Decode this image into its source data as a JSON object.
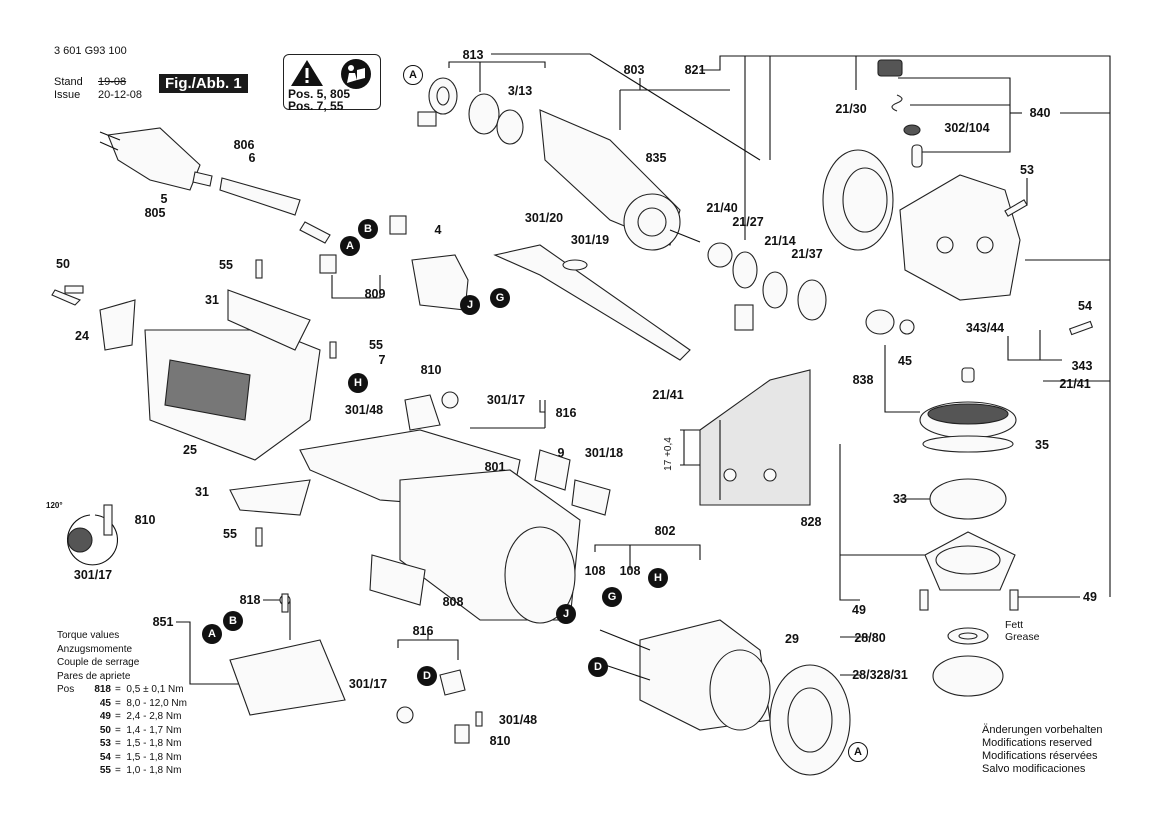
{
  "header": {
    "part_number": "3 601 G93 100",
    "stand_label": "Stand",
    "issue_label": "Issue",
    "stand_date_struck": "19-08",
    "issue_date": "20-12-08",
    "figure_label": "Fig./Abb. 1"
  },
  "warning_box": {
    "icons": [
      "warning-triangle-icon",
      "read-manual-icon"
    ],
    "lines": [
      "Pos. 5, 805",
      "Pos. 7, 55"
    ]
  },
  "torque_table": {
    "titles": [
      "Torque values",
      "Anzugsmomente",
      "Couple de serrage",
      "Pares de apriete"
    ],
    "prefix": "Pos",
    "rows": [
      {
        "pos": "818",
        "value": "0,5 ± 0,1 Nm"
      },
      {
        "pos": "45",
        "value": "8,0 - 12,0 Nm"
      },
      {
        "pos": "49",
        "value": "2,4 - 2,8 Nm"
      },
      {
        "pos": "50",
        "value": "1,4 - 1,7 Nm"
      },
      {
        "pos": "53",
        "value": "1,5 - 1,8 Nm"
      },
      {
        "pos": "54",
        "value": "1,5 - 1,8 Nm"
      },
      {
        "pos": "55",
        "value": "1,0 - 1,8 Nm"
      }
    ]
  },
  "modifications_note": [
    "Änderungen vorbehalten",
    "Modifications reserved",
    "Modifications réservées",
    "Salvo modificaciones"
  ],
  "grease_note": [
    "Fett",
    "Grease"
  ],
  "dimension_note": "17 +0,4",
  "angle_note": "120°",
  "part_labels": [
    {
      "id": "813",
      "text": "813"
    },
    {
      "id": "3-13",
      "text": "3/13"
    },
    {
      "id": "803",
      "text": "803"
    },
    {
      "id": "835",
      "text": "835"
    },
    {
      "id": "821",
      "text": "821"
    },
    {
      "id": "21-30",
      "text": "21/30"
    },
    {
      "id": "840",
      "text": "840"
    },
    {
      "id": "302-104",
      "text": "302/104"
    },
    {
      "id": "53",
      "text": "53"
    },
    {
      "id": "806",
      "text": "806"
    },
    {
      "id": "6",
      "text": "6"
    },
    {
      "id": "5",
      "text": "5"
    },
    {
      "id": "805",
      "text": "805"
    },
    {
      "id": "4",
      "text": "4"
    },
    {
      "id": "809",
      "text": "809"
    },
    {
      "id": "301-20",
      "text": "301/20"
    },
    {
      "id": "301-19",
      "text": "301/19"
    },
    {
      "id": "21-40",
      "text": "21/40"
    },
    {
      "id": "21-27",
      "text": "21/27"
    },
    {
      "id": "21-14",
      "text": "21/14"
    },
    {
      "id": "21-37",
      "text": "21/37"
    },
    {
      "id": "54",
      "text": "54"
    },
    {
      "id": "343-44",
      "text": "343/44"
    },
    {
      "id": "343",
      "text": "343"
    },
    {
      "id": "45",
      "text": "45"
    },
    {
      "id": "838",
      "text": "838"
    },
    {
      "id": "21-41-r",
      "text": "21/41"
    },
    {
      "id": "50",
      "text": "50"
    },
    {
      "id": "55-a",
      "text": "55"
    },
    {
      "id": "31-a",
      "text": "31"
    },
    {
      "id": "24",
      "text": "24"
    },
    {
      "id": "55-b",
      "text": "55"
    },
    {
      "id": "7",
      "text": "7"
    },
    {
      "id": "810-a",
      "text": "810"
    },
    {
      "id": "301-48-a",
      "text": "301/48"
    },
    {
      "id": "301-17-a",
      "text": "301/17"
    },
    {
      "id": "816-a",
      "text": "816"
    },
    {
      "id": "21-41-l",
      "text": "21/41"
    },
    {
      "id": "35",
      "text": "35"
    },
    {
      "id": "25",
      "text": "25"
    },
    {
      "id": "9",
      "text": "9"
    },
    {
      "id": "301-18",
      "text": "301/18"
    },
    {
      "id": "801",
      "text": "801"
    },
    {
      "id": "33",
      "text": "33"
    },
    {
      "id": "31-b",
      "text": "31"
    },
    {
      "id": "828",
      "text": "828"
    },
    {
      "id": "810-b",
      "text": "810"
    },
    {
      "id": "55-c",
      "text": "55"
    },
    {
      "id": "301-17-b",
      "text": "301/17"
    },
    {
      "id": "802",
      "text": "802"
    },
    {
      "id": "108-a",
      "text": "108"
    },
    {
      "id": "108-b",
      "text": "108"
    },
    {
      "id": "818",
      "text": "818"
    },
    {
      "id": "851",
      "text": "851"
    },
    {
      "id": "808",
      "text": "808"
    },
    {
      "id": "49-l",
      "text": "49"
    },
    {
      "id": "49-r",
      "text": "49"
    },
    {
      "id": "28-80",
      "text": "28/80"
    },
    {
      "id": "816-b",
      "text": "816"
    },
    {
      "id": "29",
      "text": "29"
    },
    {
      "id": "28-328-31",
      "text": "28/328/31"
    },
    {
      "id": "301-17-c",
      "text": "301/17"
    },
    {
      "id": "301-48-b",
      "text": "301/48"
    },
    {
      "id": "810-c",
      "text": "810"
    }
  ],
  "connection_callouts": [
    {
      "letter": "A",
      "style": "light"
    },
    {
      "letter": "B",
      "style": "dark"
    },
    {
      "letter": "A",
      "style": "dark"
    },
    {
      "letter": "J",
      "style": "dark"
    },
    {
      "letter": "G",
      "style": "dark"
    },
    {
      "letter": "H",
      "style": "dark"
    },
    {
      "letter": "H",
      "style": "dark"
    },
    {
      "letter": "G",
      "style": "dark"
    },
    {
      "letter": "J",
      "style": "dark"
    },
    {
      "letter": "D",
      "style": "dark"
    },
    {
      "letter": "D",
      "style": "dark"
    },
    {
      "letter": "A",
      "style": "dark"
    },
    {
      "letter": "B",
      "style": "dark"
    },
    {
      "letter": "A",
      "style": "light"
    }
  ]
}
